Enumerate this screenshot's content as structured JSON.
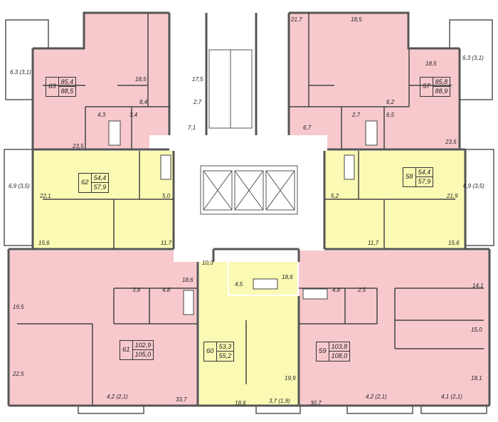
{
  "colors": {
    "pink": "#f7c9cd",
    "yellow": "#fafab4",
    "wall": "#555555",
    "line": "#333333",
    "common": "#ffffff"
  },
  "apartments": [
    {
      "id": "apt-63",
      "number": "63",
      "area_total": "85,4",
      "area_with_balcony": "88,5",
      "color": "pink"
    },
    {
      "id": "apt-57",
      "number": "57",
      "area_total": "85,8",
      "area_with_balcony": "88,9",
      "color": "pink"
    },
    {
      "id": "apt-62",
      "number": "62",
      "area_total": "54,4",
      "area_with_balcony": "57,9",
      "color": "yellow"
    },
    {
      "id": "apt-58",
      "number": "58",
      "area_total": "54,4",
      "area_with_balcony": "57,9",
      "color": "yellow"
    },
    {
      "id": "apt-61",
      "number": "61",
      "area_total": "102,9",
      "area_with_balcony": "105,0",
      "color": "pink"
    },
    {
      "id": "apt-60",
      "number": "60",
      "area_total": "53,3",
      "area_with_balcony": "55,2",
      "color": "yellow"
    },
    {
      "id": "apt-59",
      "number": "59",
      "area_total": "103,8",
      "area_with_balcony": "108,0",
      "color": "pink"
    }
  ],
  "room_labels": [
    "21,7",
    "18,5",
    "18,5",
    "17,5",
    "6,3 (3,1)",
    "6,3 (3,1)",
    "18,5",
    "8,4",
    "2,7",
    "4,3",
    "3,4",
    "7,1",
    "23,5",
    "6,2",
    "2,7",
    "6,5",
    "6,7",
    "23,5",
    "6,9 (3,5)",
    "22,1",
    "5,0",
    "15,6",
    "11,7",
    "5,2",
    "21,9",
    "6,9 (3,5)",
    "11,7",
    "15,6",
    "10,3",
    "4,5",
    "18,6",
    "3,8",
    "4,8",
    "18,6",
    "19,5",
    "22,5",
    "33,7",
    "4,2 (2,1)",
    "18,6",
    "19,9",
    "3,7 (1,9)",
    "4,8",
    "2,5",
    "14,1",
    "15,0",
    "18,1",
    "30,7",
    "4,2 (2,1)",
    "4,1 (2,1)"
  ]
}
